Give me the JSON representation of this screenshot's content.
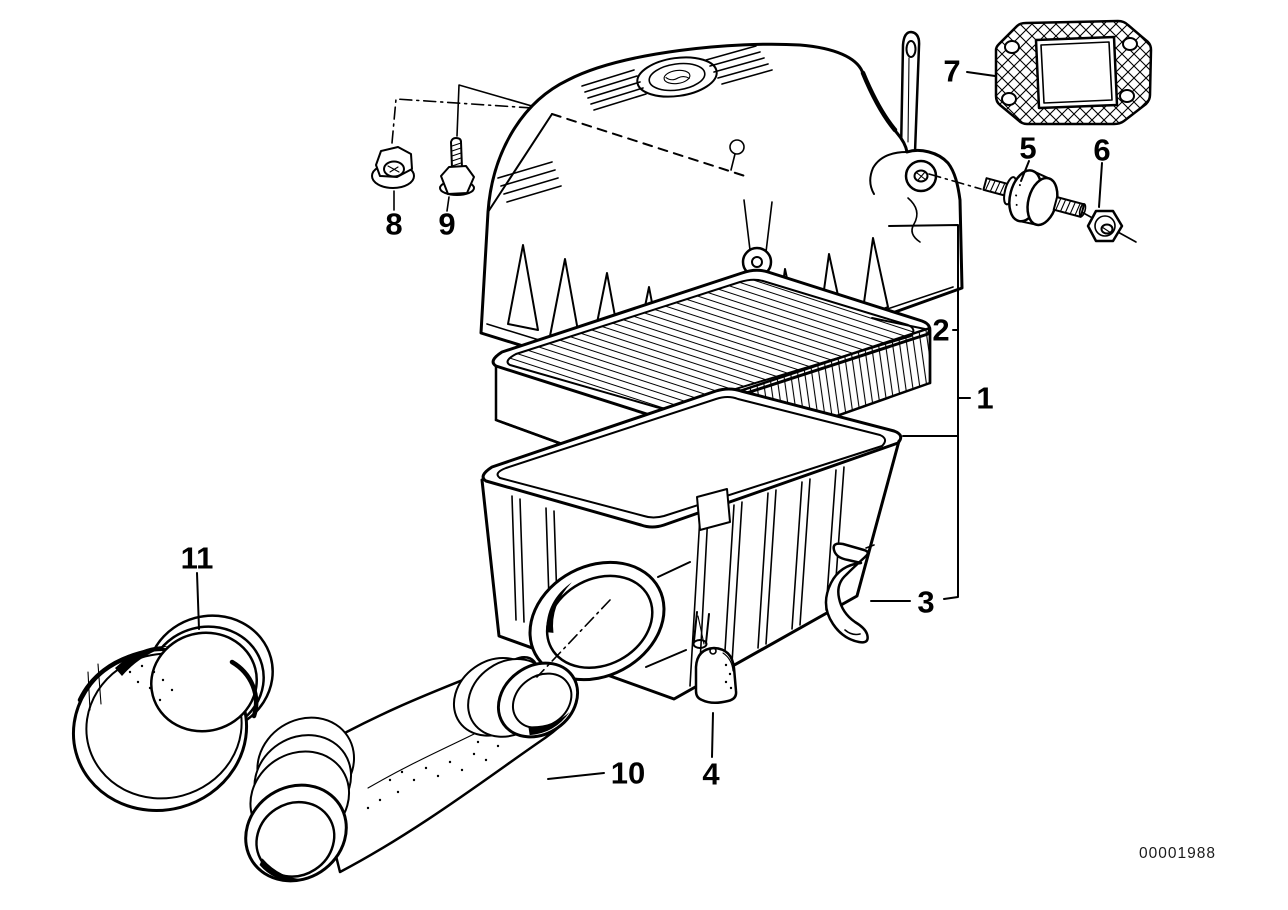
{
  "diagram": {
    "callouts": {
      "c1": "1",
      "c2": "2",
      "c3": "3",
      "c4": "4",
      "c5": "5",
      "c6": "6",
      "c7": "7",
      "c8": "8",
      "c9": "9",
      "c10": "10",
      "c11": "11"
    },
    "drawing_number": "00001988"
  },
  "colors": {
    "ink": "#000000",
    "paper": "#ffffff",
    "watermark": "#1a1a1a"
  }
}
